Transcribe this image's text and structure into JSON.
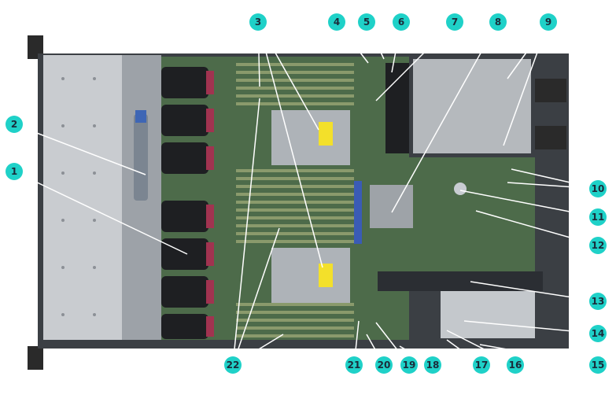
{
  "diagram": {
    "type": "labeled-hardware-photo",
    "callout_color": "#1fd1c8",
    "leader_color": "#ffffff",
    "label_text_color": "#1b2b3a",
    "callouts": [
      {
        "n": "1"
      },
      {
        "n": "2"
      },
      {
        "n": "3"
      },
      {
        "n": "4"
      },
      {
        "n": "5"
      },
      {
        "n": "6"
      },
      {
        "n": "7"
      },
      {
        "n": "8"
      },
      {
        "n": "9"
      },
      {
        "n": "10"
      },
      {
        "n": "11"
      },
      {
        "n": "12"
      },
      {
        "n": "13"
      },
      {
        "n": "14"
      },
      {
        "n": "15"
      },
      {
        "n": "16"
      },
      {
        "n": "17"
      },
      {
        "n": "18"
      },
      {
        "n": "19"
      },
      {
        "n": "20"
      },
      {
        "n": "21"
      },
      {
        "n": "22"
      }
    ]
  }
}
